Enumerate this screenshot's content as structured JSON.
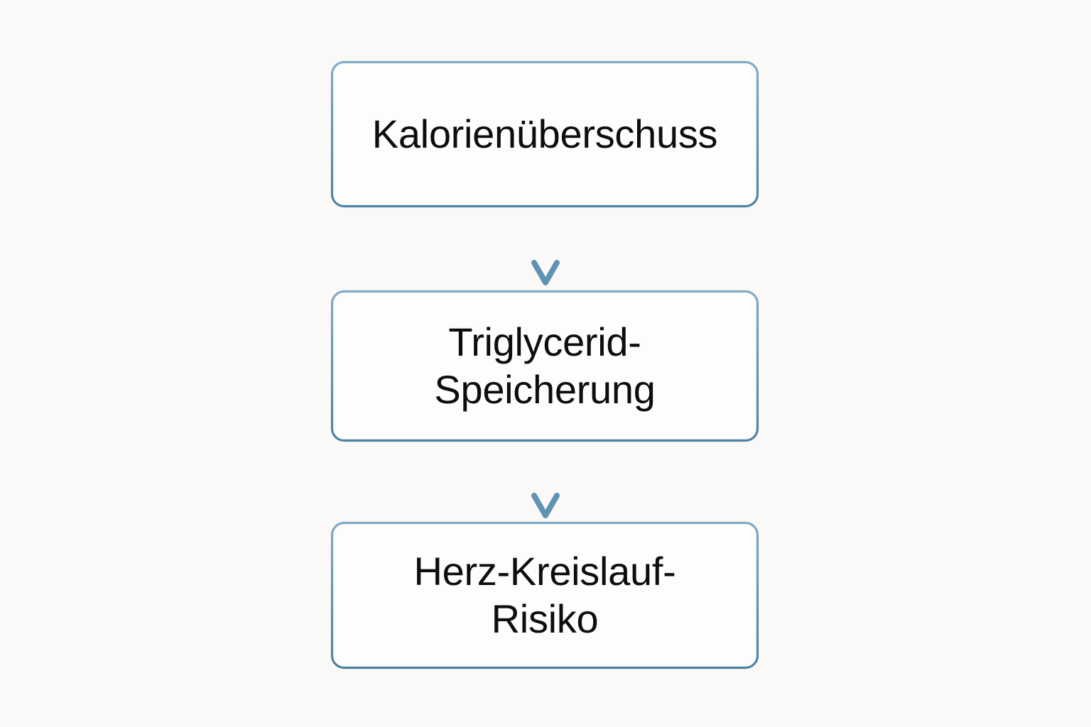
{
  "diagram": {
    "title": "Kalorienueberschuss Flowchart",
    "background_color": "#faf9f7",
    "node_fill_color": "#fdfdfc",
    "node_border_color": "#5f93b4",
    "connector_color": "#5f93b4",
    "text_color": "#0d0d0d",
    "orientation": "vertical-top-down",
    "nodes": [
      {
        "id": "node-1",
        "label": "Kalorienüberschuss",
        "shape": "rounded-rectangle"
      },
      {
        "id": "node-2",
        "label": "Triglycerid-\nSpeicherung",
        "shape": "rounded-rectangle"
      },
      {
        "id": "node-3",
        "label": "Herz-Kreislauf-\nRisiko",
        "shape": "rounded-rectangle"
      }
    ],
    "connectors": [
      {
        "id": "connector-1",
        "from": "node-1",
        "to": "node-2",
        "style": "arrow-down",
        "arrowhead": "open-chevron"
      },
      {
        "id": "connector-2",
        "from": "node-2",
        "to": "node-3",
        "style": "arrow-down",
        "arrowhead": "open-chevron"
      }
    ]
  }
}
